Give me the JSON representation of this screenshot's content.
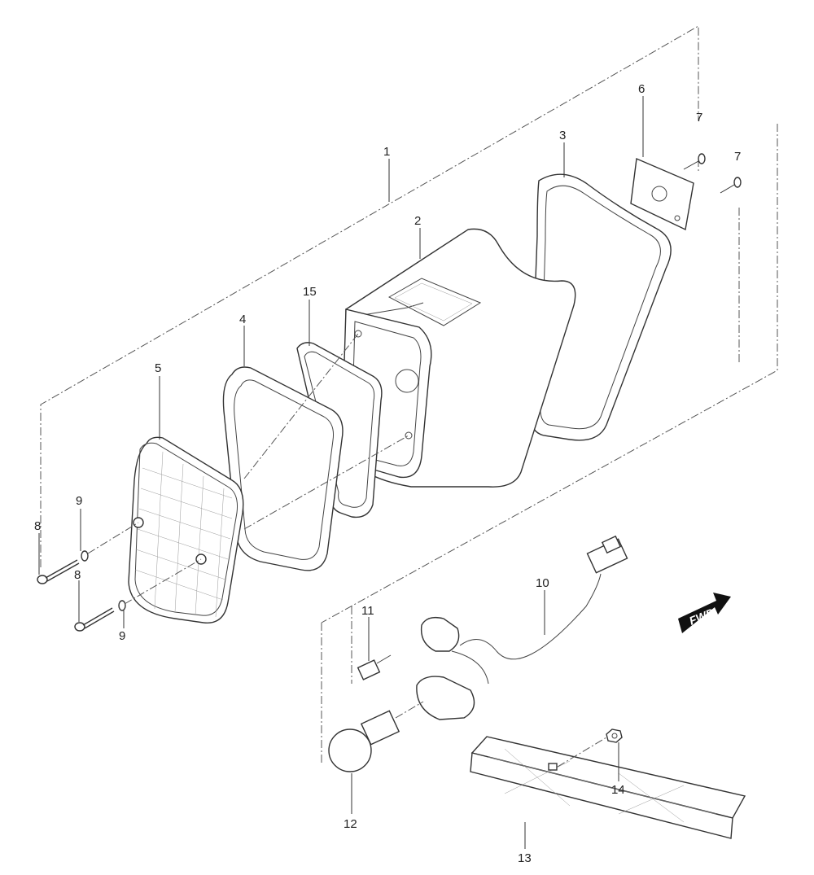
{
  "labels": {
    "p1": "1",
    "p2": "2",
    "p3": "3",
    "p4": "4",
    "p5": "5",
    "p6": "6",
    "p7a": "7",
    "p7b": "7",
    "p8a": "8",
    "p8b": "8",
    "p9a": "9",
    "p9b": "9",
    "p10": "10",
    "p11": "11",
    "p12": "12",
    "p13": "13",
    "p14": "14",
    "p15": "15"
  },
  "fwd": {
    "text": "FWD"
  }
}
